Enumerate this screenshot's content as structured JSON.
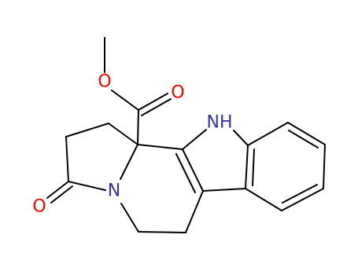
{
  "molecule": {
    "colors": {
      "bond": "#000000",
      "oxygen": "#ff0000",
      "nitrogen": "#3333aa"
    },
    "atom_labels": {
      "ester_oxygen": "O",
      "carbonyl_oxygen_ester": "O",
      "lactam_oxygen": "O",
      "indole_nh": "NH",
      "ring_nitrogen": "N"
    }
  }
}
